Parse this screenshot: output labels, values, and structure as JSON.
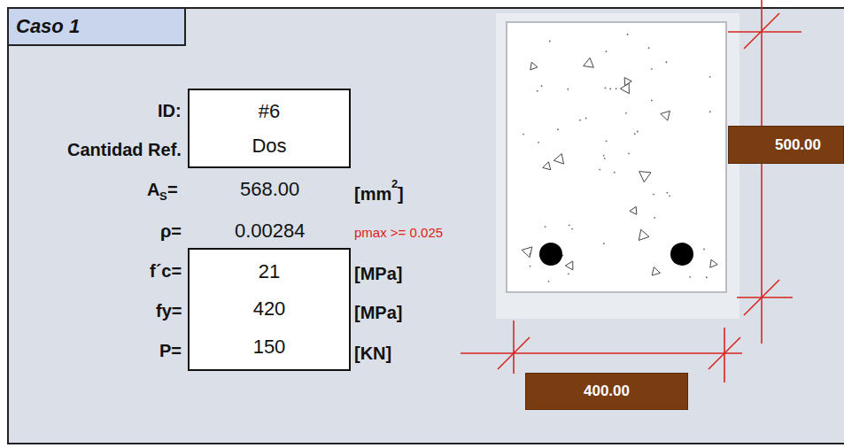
{
  "diagram": {
    "title": "Caso 1",
    "nodes": [
      {
        "text": [
          "Caso 1"
        ]
      },
      {
        "text": [
          "#6",
          "Dos"
        ]
      },
      {
        "text": [
          "21",
          "420",
          "150"
        ]
      },
      {
        "text": [
          "500.00"
        ]
      },
      {
        "text": [
          "400.00"
        ]
      }
    ],
    "labels": [
      "ID:",
      "Cantidad Ref.",
      "A",
      "S",
      "=",
      "568.00",
      "[mm",
      "2",
      "]",
      "ρ=",
      "0.00284",
      "pmax >= 0.025",
      "f´c=",
      "[MPa]",
      "fy=",
      "[MPa]",
      "P=",
      "[KN]"
    ]
  }
}
